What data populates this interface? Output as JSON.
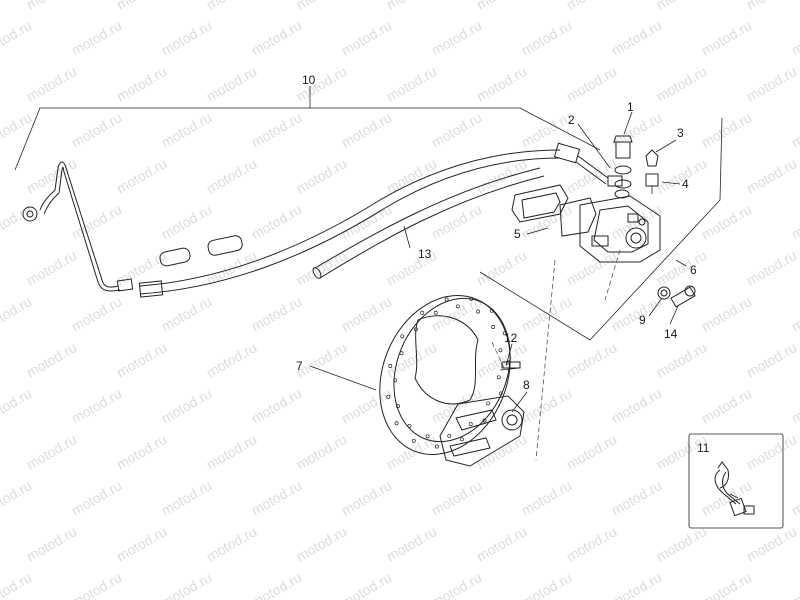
{
  "diagram": {
    "watermark_text": "motod.ru",
    "callouts": [
      {
        "id": "c1",
        "label": "1"
      },
      {
        "id": "c2",
        "label": "2"
      },
      {
        "id": "c3",
        "label": "3"
      },
      {
        "id": "c4",
        "label": "4"
      },
      {
        "id": "c5",
        "label": "5"
      },
      {
        "id": "c6",
        "label": "6"
      },
      {
        "id": "c7",
        "label": "7"
      },
      {
        "id": "c8",
        "label": "8"
      },
      {
        "id": "c9",
        "label": "9"
      },
      {
        "id": "c10",
        "label": "10"
      },
      {
        "id": "c11",
        "label": "11"
      },
      {
        "id": "c12",
        "label": "12"
      },
      {
        "id": "c13",
        "label": "13"
      },
      {
        "id": "c14",
        "label": "14"
      }
    ]
  }
}
